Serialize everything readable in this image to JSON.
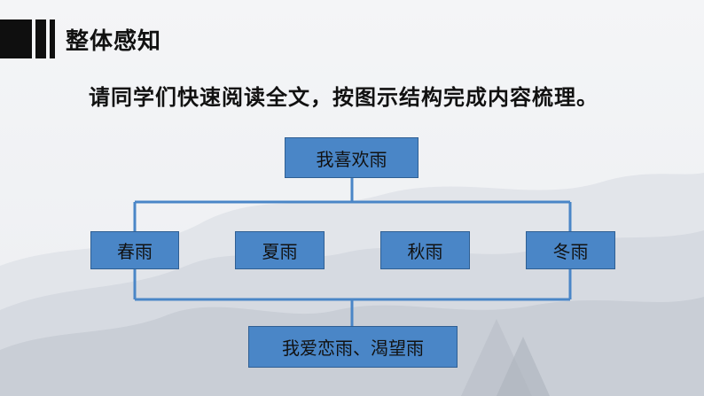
{
  "header": {
    "title": "整体感知"
  },
  "instruction": "请同学们快速阅读全文，按图示结构完成内容梳理。",
  "diagram": {
    "top": "我喜欢雨",
    "seasons": [
      "春雨",
      "夏雨",
      "秋雨",
      "冬雨"
    ],
    "bottom": "我爱恋雨、渴望雨"
  },
  "colors": {
    "box_fill": "#4a86c7",
    "box_border": "#2f5f93",
    "connector": "#4a86c7"
  }
}
